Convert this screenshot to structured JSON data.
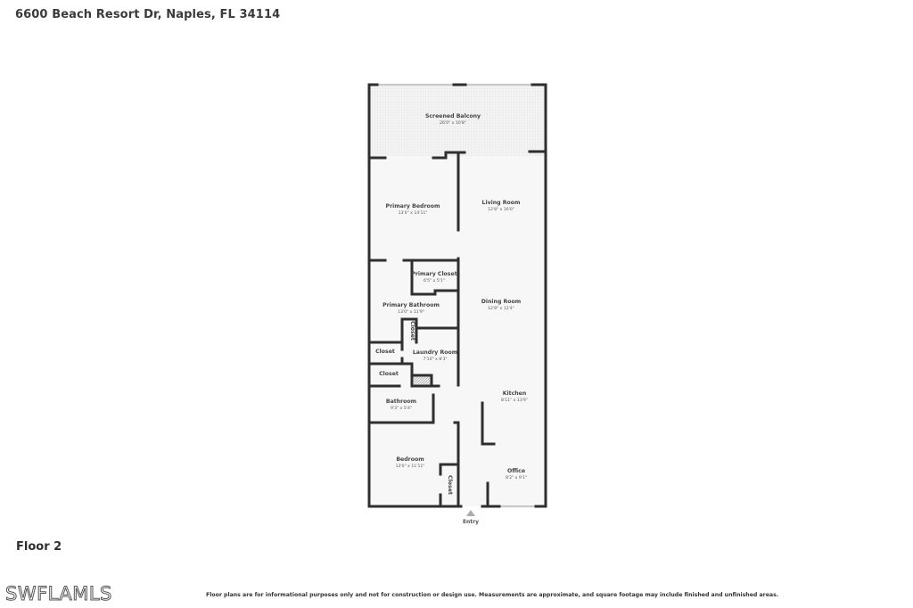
{
  "header": {
    "address": "6600 Beach Resort Dr, Naples, FL 34114"
  },
  "floor": {
    "label": "Floor 2"
  },
  "footer": {
    "logo": "SWFLAMLS",
    "disclaimer": "Floor plans are for informational purposes only and not for construction or design use. Measurements are approximate, and square footage may include finished and unfinished areas."
  },
  "plan": {
    "entry": "Entry",
    "rooms": {
      "screened_balcony": {
        "name": "Screened Balcony",
        "dim": "26'0\" x 10'8\""
      },
      "primary_bedroom": {
        "name": "Primary Bedroom",
        "dim": "13'0\" x 14'11\""
      },
      "living_room": {
        "name": "Living Room",
        "dim": "12'8\" x 16'0\""
      },
      "primary_closet": {
        "name": "Primary Closet",
        "dim": "6'5\" x 5'1\""
      },
      "primary_bathroom": {
        "name": "Primary Bathroom",
        "dim": "13'0\" x 11'9\""
      },
      "dining_room": {
        "name": "Dining Room",
        "dim": "12'8\" x 12'4\""
      },
      "closet_bath": {
        "name": "Closet"
      },
      "closet_1": {
        "name": "Closet"
      },
      "laundry_room": {
        "name": "Laundry Room",
        "dim": "7'10\" x 8'3\""
      },
      "closet_2": {
        "name": "Closet"
      },
      "kitchen": {
        "name": "Kitchen",
        "dim": "8'11\" x 13'9\""
      },
      "bathroom": {
        "name": "Bathroom",
        "dim": "9'3\" x 5'4\""
      },
      "bedroom": {
        "name": "Bedroom",
        "dim": "13'0\" x 11'11\""
      },
      "closet_bedroom": {
        "name": "Closet"
      },
      "office": {
        "name": "Office",
        "dim": "8'2\" x 9'1\""
      }
    }
  }
}
